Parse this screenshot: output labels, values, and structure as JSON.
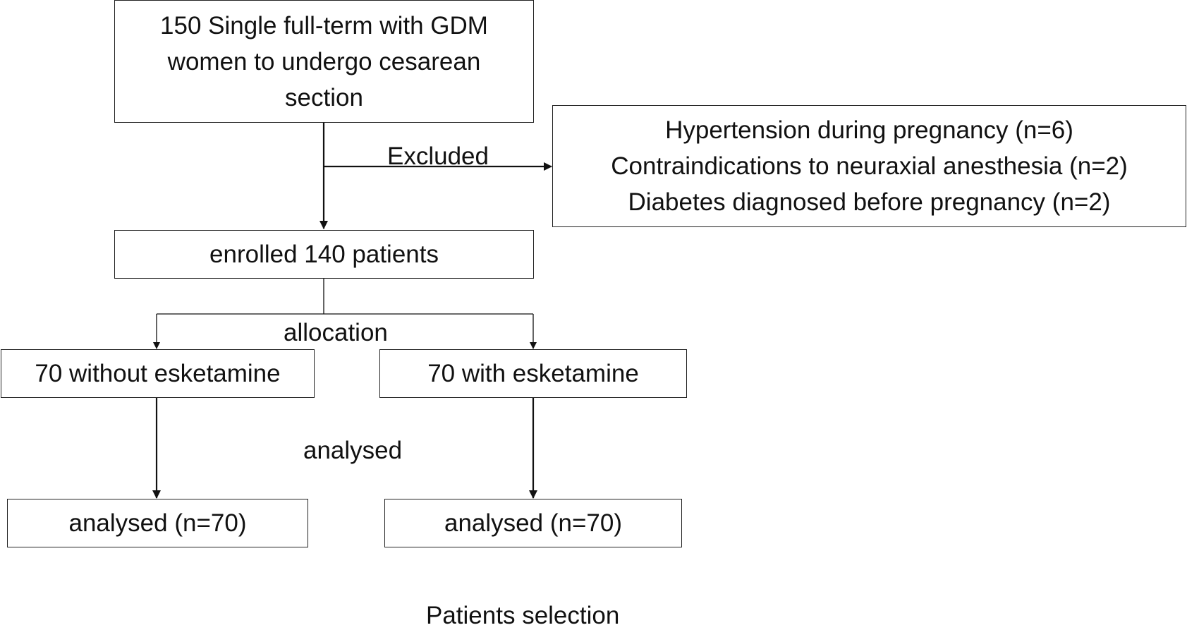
{
  "boxes": {
    "screened": {
      "lines": [
        "150 Single full-term with GDM",
        "women to  undergo cesarean",
        "section"
      ]
    },
    "excluded_reasons": {
      "lines": [
        "Hypertension during pregnancy (n=6)",
        "Contraindications to neuraxial anesthesia (n=2)",
        "Diabetes diagnosed before pregnancy (n=2)"
      ]
    },
    "enrolled": {
      "text": "enrolled 140 patients"
    },
    "group_without": {
      "text": "70 without esketamine"
    },
    "group_with": {
      "text": "70 with esketamine"
    },
    "analysed_without": {
      "text": "analysed (n=70)"
    },
    "analysed_with": {
      "text": "analysed (n=70)"
    }
  },
  "labels": {
    "excluded": "Excluded",
    "allocation": "allocation",
    "analysed": "analysed"
  },
  "caption": "Patients selection"
}
